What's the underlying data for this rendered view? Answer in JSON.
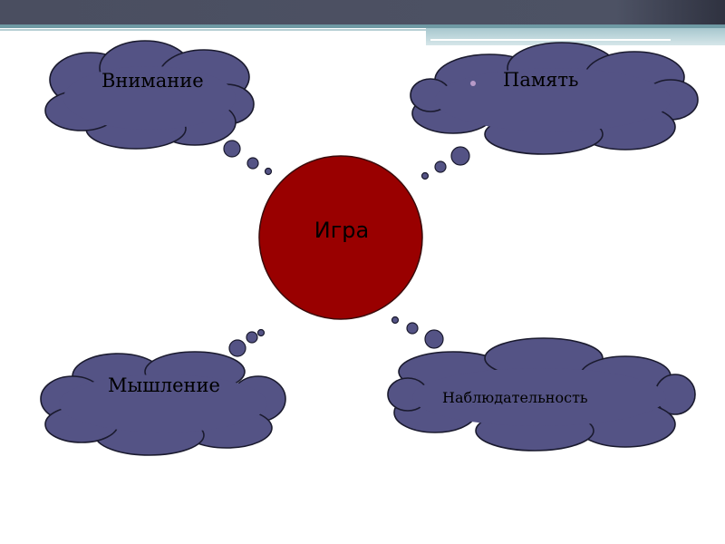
{
  "center": {
    "label": "Игра",
    "color": "#990000"
  },
  "clouds": [
    {
      "id": "attention",
      "label": "Внимание"
    },
    {
      "id": "memory",
      "label": "Память",
      "bullet": true
    },
    {
      "id": "thinking",
      "label": "Мышление"
    },
    {
      "id": "observation",
      "label": "Наблюдательность"
    }
  ],
  "colors": {
    "cloud_fill": "#545385",
    "cloud_stroke": "#1a1a2e",
    "bullet": "#b79ac8"
  }
}
